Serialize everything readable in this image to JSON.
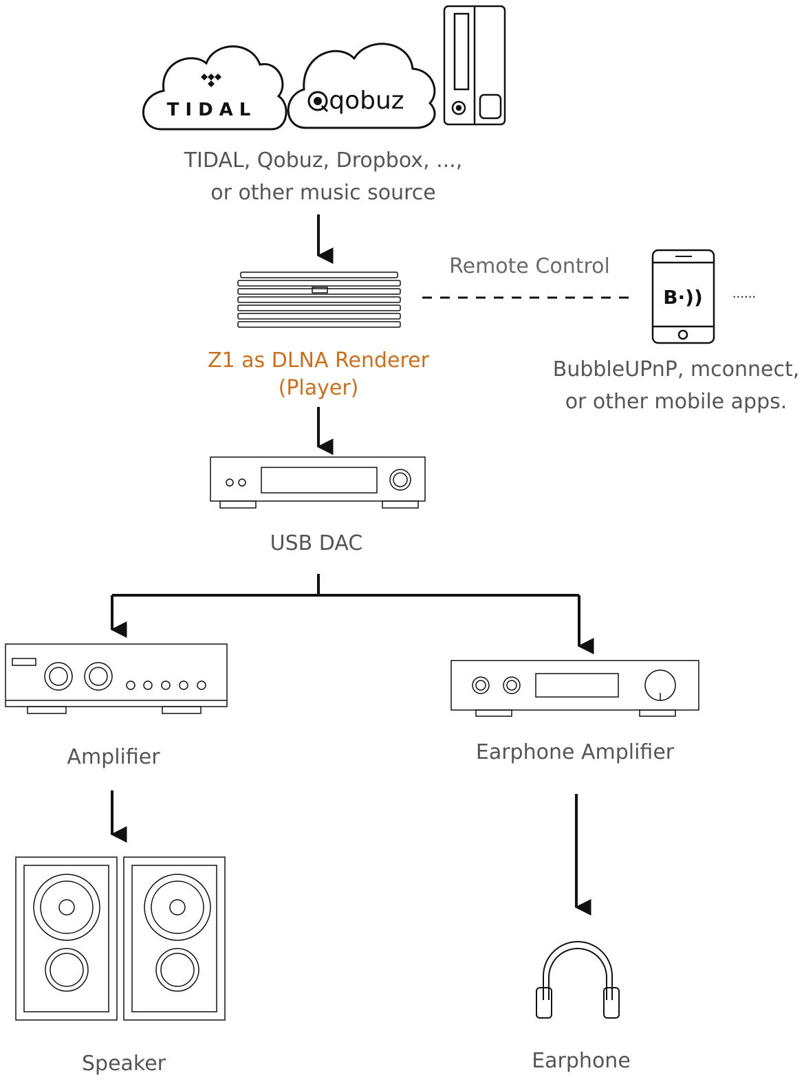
{
  "colors": {
    "line": "#111111",
    "label": "#555555",
    "accent": "#c8701f"
  },
  "source": {
    "tidal_logo": "TIDAL",
    "qobuz_logo": "qobuz",
    "line1": "TIDAL, Qobuz, Dropbox, ...,",
    "line2": "or other music source"
  },
  "renderer": {
    "line1": "Z1 as DLNA Renderer",
    "line2": "(Player)"
  },
  "remote": {
    "label": "Remote Control",
    "phone_glyph": "B·))",
    "more": "......",
    "apps_line1": "BubbleUPnP, mconnect,",
    "apps_line2": "or other mobile apps."
  },
  "dac": {
    "label": "USB DAC"
  },
  "amplifier": {
    "label": "Amplifier"
  },
  "earphone_amplifier": {
    "label": "Earphone Amplifier"
  },
  "speaker": {
    "label": "Speaker"
  },
  "earphone": {
    "label": "Earphone"
  },
  "icons": [
    "tidal-cloud-icon",
    "qobuz-cloud-icon",
    "nas-server-icon",
    "streamer-device-icon",
    "smartphone-icon",
    "usb-dac-icon",
    "amplifier-icon",
    "earphone-amplifier-icon",
    "speakers-icon",
    "headphones-icon"
  ]
}
